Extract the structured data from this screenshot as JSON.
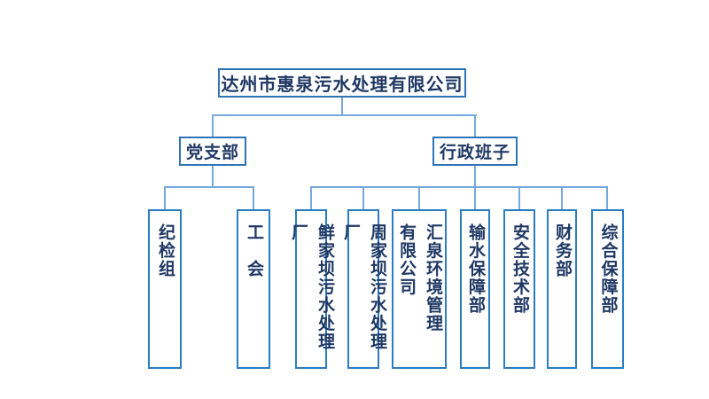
{
  "chart": {
    "type": "org-chart",
    "root": {
      "label": "达州市惠泉污水处理有限公司"
    },
    "branches": [
      {
        "label": "党支部",
        "children": [
          {
            "label": "纪检组"
          },
          {
            "label": "工　会"
          }
        ]
      },
      {
        "label": "行政班子",
        "children": [
          {
            "label": "鲜家坝污水处理厂"
          },
          {
            "label": "周家坝污水处理厂"
          },
          {
            "label": "汇泉环境管理\n有限公司"
          },
          {
            "label": "输水保障部"
          },
          {
            "label": "安全技术部"
          },
          {
            "label": "财务部"
          },
          {
            "label": "综合保障部"
          }
        ]
      }
    ]
  },
  "colors": {
    "background": "#ffffff",
    "box_border_top_levels": "#2e74b5",
    "box_border_departments": "#2a7dc5",
    "connector_line": "#74a9dd",
    "text": "#1f3864"
  }
}
